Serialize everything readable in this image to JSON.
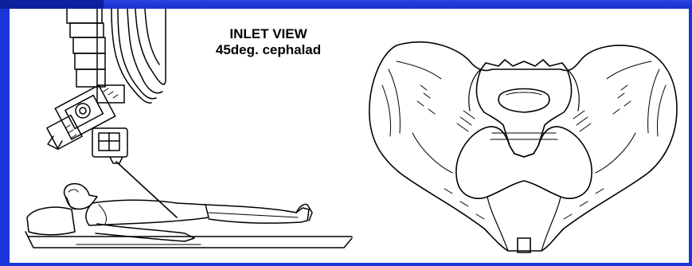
{
  "slide": {
    "title_line1": "INLET VIEW",
    "title_line2": "45deg. cephalad"
  },
  "colors": {
    "background": "#1a35d8",
    "panel": "#ffffff",
    "ink": "#000000"
  },
  "illustrations": {
    "left": "x-ray-machine-patient-drawing",
    "right": "pelvis-inlet-drawing"
  }
}
